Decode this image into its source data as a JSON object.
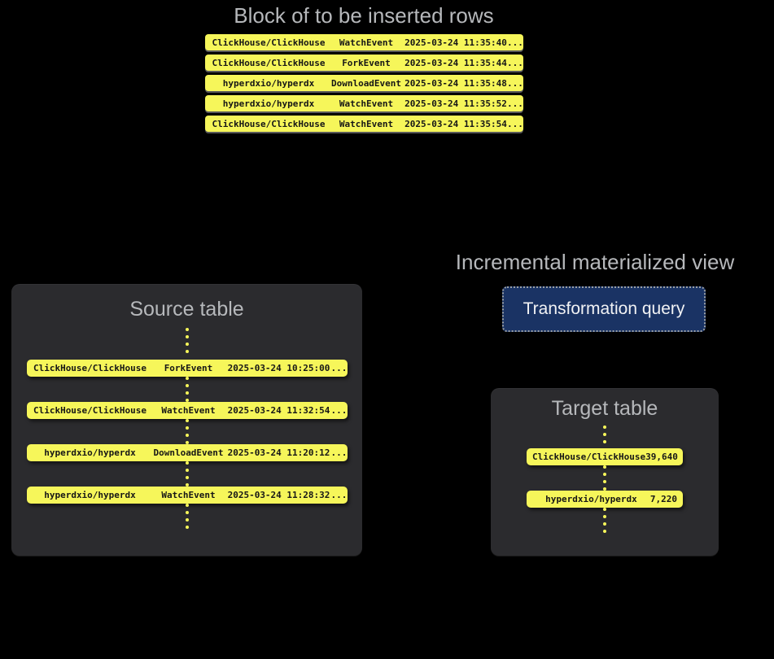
{
  "colors": {
    "bg": "#000000",
    "title_gray": "#b6b8bb",
    "row_yellow": "#f6f65a",
    "row_text": "#161616",
    "box_bg": "#2b2b2e",
    "button_bg": "#1a3364",
    "button_border": "#9ca1a7",
    "button_text": "#f1f2f4"
  },
  "insert_block": {
    "title": "Block of to be inserted rows",
    "rows": [
      {
        "repo": "ClickHouse/ClickHouse",
        "event": "WatchEvent",
        "timestamp": "2025-03-24 11:35:40",
        "more": "..."
      },
      {
        "repo": "ClickHouse/ClickHouse",
        "event": "ForkEvent",
        "timestamp": "2025-03-24 11:35:44",
        "more": "..."
      },
      {
        "repo": "hyperdxio/hyperdx",
        "event": "DownloadEvent",
        "timestamp": "2025-03-24 11:35:48",
        "more": "..."
      },
      {
        "repo": "hyperdxio/hyperdx",
        "event": "WatchEvent",
        "timestamp": "2025-03-24 11:35:52",
        "more": "..."
      },
      {
        "repo": "ClickHouse/ClickHouse",
        "event": "WatchEvent",
        "timestamp": "2025-03-24 11:35:54",
        "more": "..."
      }
    ]
  },
  "source_table": {
    "title": "Source table",
    "rows": [
      {
        "repo": "ClickHouse/ClickHouse",
        "event": "ForkEvent",
        "timestamp": "2025-03-24 10:25:00",
        "more": "..."
      },
      {
        "repo": "ClickHouse/ClickHouse",
        "event": "WatchEvent",
        "timestamp": "2025-03-24 11:32:54",
        "more": "..."
      },
      {
        "repo": "hyperdxio/hyperdx",
        "event": "DownloadEvent",
        "timestamp": "2025-03-24 11:20:12",
        "more": "..."
      },
      {
        "repo": "hyperdxio/hyperdx",
        "event": "WatchEvent",
        "timestamp": "2025-03-24 11:28:32",
        "more": "..."
      }
    ]
  },
  "materialized_view": {
    "title": "Incremental materialized view",
    "button_label": "Transformation query"
  },
  "target_table": {
    "title": "Target table",
    "rows": [
      {
        "repo": "ClickHouse/ClickHouse",
        "count": "39,640"
      },
      {
        "repo": "hyperdxio/hyperdx",
        "count": "7,220"
      }
    ]
  }
}
